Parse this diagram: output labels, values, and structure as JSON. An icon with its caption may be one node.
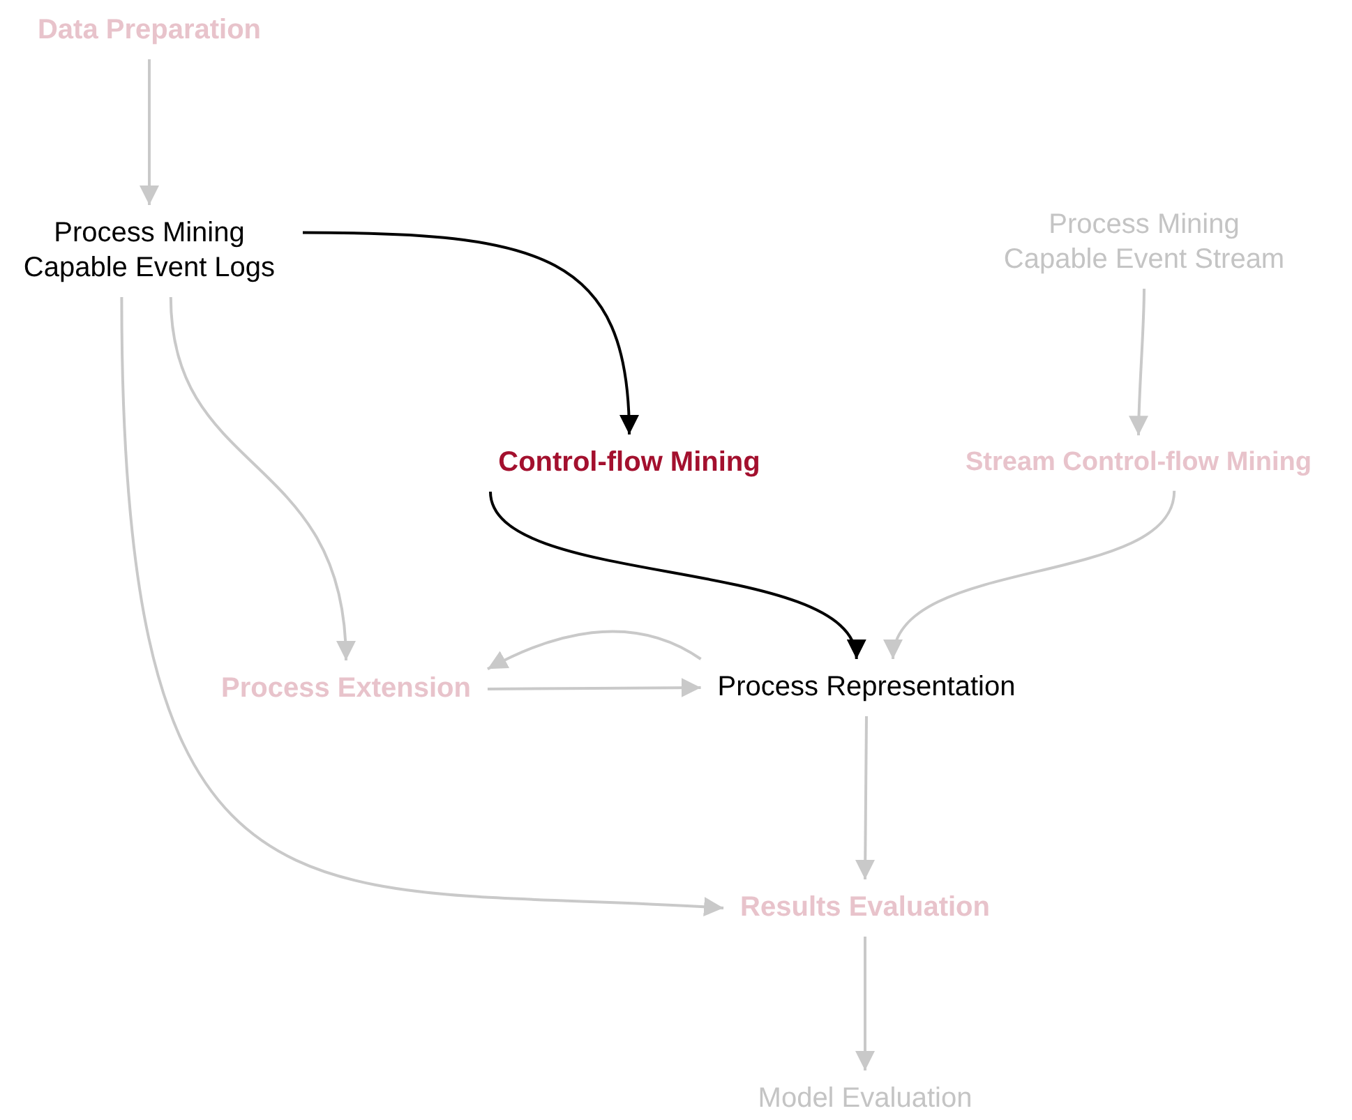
{
  "diagram": {
    "nodes": [
      {
        "text": [
          "Data Preparation"
        ]
      },
      {
        "text": [
          "Process Mining Capable Event Logs"
        ]
      },
      {
        "text": [
          "Process Mining Capable Event Stream"
        ]
      },
      {
        "text": [
          "Control-flow Mining"
        ]
      },
      {
        "text": [
          "Stream Control-flow Mining"
        ]
      },
      {
        "text": [
          "Process Extension"
        ]
      },
      {
        "text": [
          "Process Representation"
        ]
      },
      {
        "text": [
          "Results Evaluation"
        ]
      },
      {
        "text": [
          "Model Evaluation"
        ]
      }
    ],
    "edges": [
      {
        "from": 0,
        "to": 1,
        "arrow": "to"
      },
      {
        "from": 1,
        "to": 3,
        "arrow": "to",
        "color": "#000000"
      },
      {
        "from": 1,
        "to": 5,
        "arrow": "to"
      },
      {
        "from": 1,
        "to": 7,
        "arrow": "to"
      },
      {
        "from": 2,
        "to": 4,
        "arrow": "to"
      },
      {
        "from": 3,
        "to": 6,
        "arrow": "to",
        "color": "#000000"
      },
      {
        "from": 4,
        "to": 6,
        "arrow": "to"
      },
      {
        "from": 6,
        "to": 5,
        "arrow": "to"
      },
      {
        "from": 5,
        "to": 6,
        "arrow": "to"
      },
      {
        "from": 6,
        "to": 7,
        "arrow": "to"
      },
      {
        "from": 7,
        "to": 8,
        "arrow": "to"
      }
    ]
  }
}
